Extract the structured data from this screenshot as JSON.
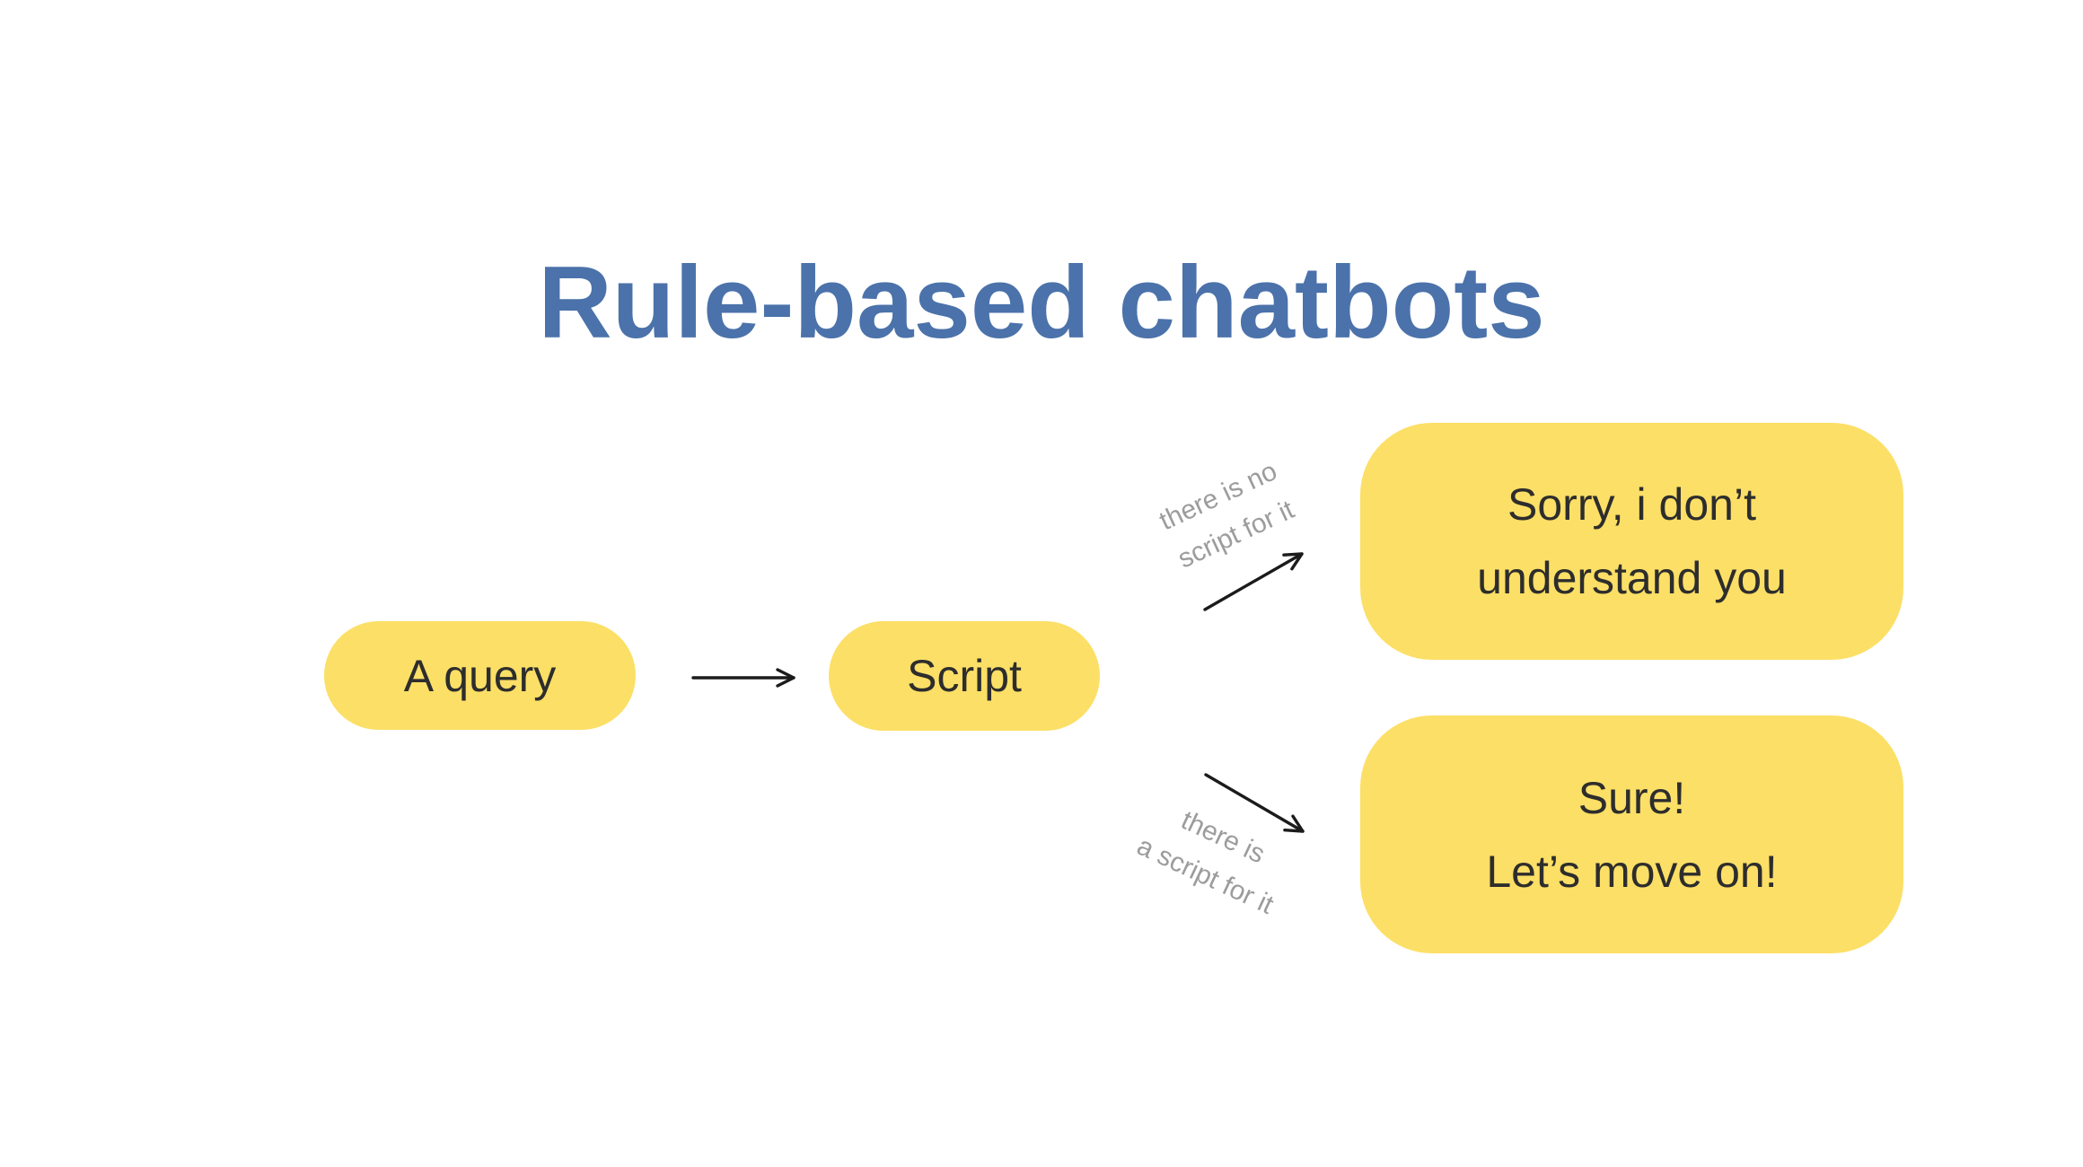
{
  "slide": {
    "title": "Rule-based chatbots"
  },
  "flow": {
    "query_node": {
      "label": "A query"
    },
    "script_node": {
      "label": "Script"
    },
    "no_script_edge_label": {
      "line1": "there is no",
      "line2": "script for it"
    },
    "has_script_edge_label": {
      "line1": "there is",
      "line2": "a script for it"
    },
    "no_script_result_node": {
      "line1": "Sorry, i don’t",
      "line2": "understand you"
    },
    "has_script_result_node": {
      "line1": "Sure!",
      "line2": "Let’s move on!"
    }
  },
  "icons": {
    "arrow_right": "arrow-right-icon",
    "arrow_up_right": "arrow-up-right-icon",
    "arrow_down_right": "arrow-down-right-icon"
  },
  "colors": {
    "title_blue": "#4B72AA",
    "node_yellow": "#FCDF66",
    "label_gray": "#9C9C9C",
    "text_dark": "#2D2D2D",
    "arrow_black": "#1B1B1B",
    "background": "#FFFFFF"
  }
}
